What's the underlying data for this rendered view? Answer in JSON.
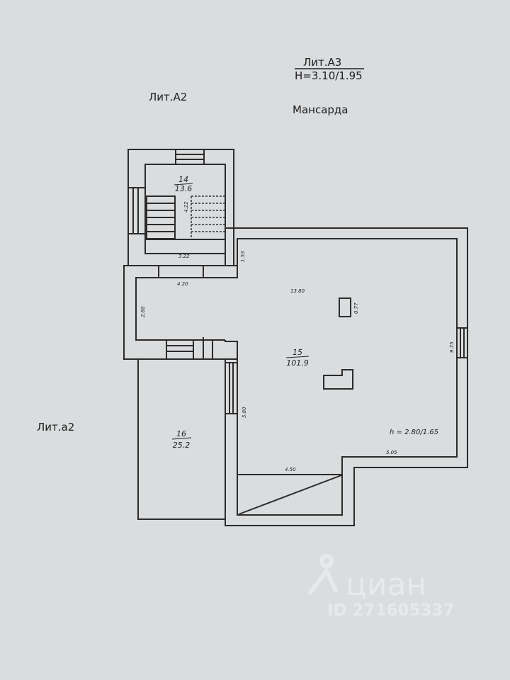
{
  "header": {
    "lit_a3": "Лит.А3",
    "height": "H=3.10/1.95",
    "floor": "Мансарда",
    "lit_a2_upper": "Лит.А2",
    "lit_a2_lower": "Лит.а2"
  },
  "rooms": [
    {
      "number": "14",
      "area": "13.6"
    },
    {
      "number": "15",
      "area": "101.9"
    },
    {
      "number": "16",
      "area": "25.2"
    }
  ],
  "dimensions": {
    "stair_height": "4.22",
    "stair_width": "3.22",
    "corridor_width": "4.20",
    "corridor_depth": "2.60",
    "passage": "1.53",
    "main_width": "13.80",
    "chimney": "0.77",
    "main_depth": "9.75",
    "left_depth": "5.80",
    "bottom_left": "4.50",
    "bottom_right": "5.05",
    "ceiling_height": "h = 2.80/1.65"
  },
  "watermark": {
    "brand": "циан",
    "id": "ID 271605337"
  }
}
